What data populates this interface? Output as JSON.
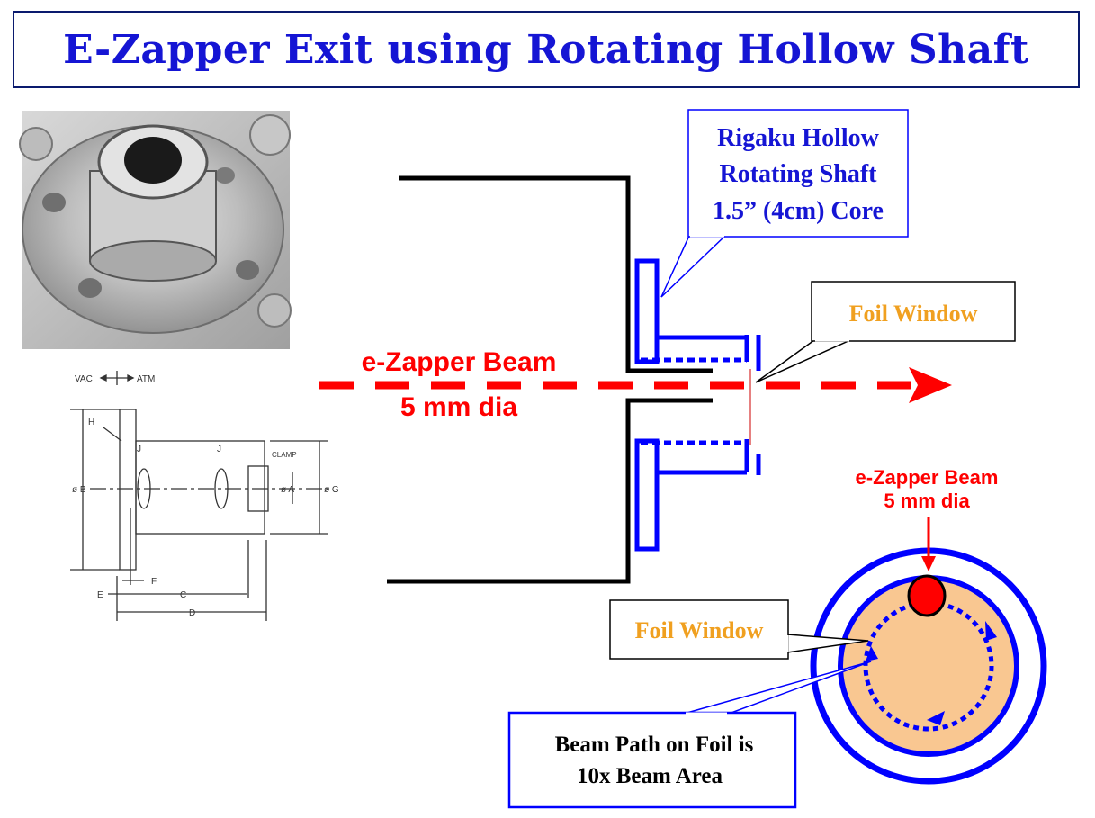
{
  "title": "E-Zapper Exit using Rotating Hollow Shaft",
  "callouts": {
    "rigaku": {
      "line1": "Rigaku Hollow",
      "line2": "Rotating Shaft",
      "line3": "1.5” (4cm) Core"
    },
    "foil_window_top": "Foil Window",
    "foil_window_bottom": "Foil Window",
    "beam_path": {
      "line1": "Beam Path on Foil is",
      "line2": "10x Beam Area"
    }
  },
  "beam_label": {
    "line1": "e-Zapper Beam",
    "line2": "5 mm dia"
  },
  "beam_label_small": {
    "line1": "e-Zapper Beam",
    "line2": "5 mm dia"
  },
  "drawing_labels": {
    "vac": "VAC",
    "atm": "ATM",
    "h": "H",
    "j1": "J",
    "j2": "J",
    "clamp": "CLAMP",
    "b": "ø B",
    "a": "ø A",
    "g": "ø G",
    "e": "E",
    "f": "F",
    "c": "C",
    "d": "D"
  },
  "colors": {
    "title": "#1515d4",
    "beam": "#ff0000",
    "blue": "#0000ff",
    "foil_fill": "#f9c791",
    "foil_text": "#f0a020",
    "black": "#000000"
  },
  "images": {
    "photo": "shaft-photo",
    "drawing": "technical-drawing"
  }
}
